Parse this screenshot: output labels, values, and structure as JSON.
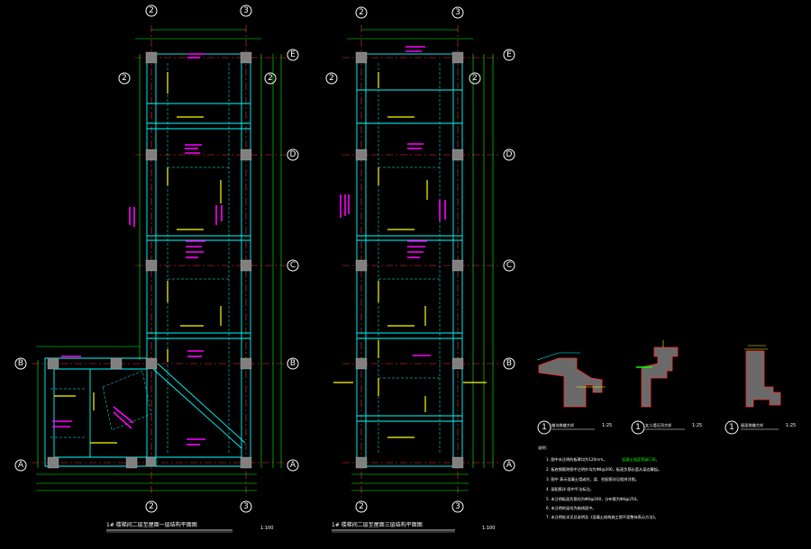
{
  "colors": {
    "background": "#000000",
    "beam": "#00ffff",
    "axis_line": "#ff3030",
    "dim_line": "#00ff00",
    "column": "#808080",
    "text_magenta": "#ff00ff",
    "text_yellow": "#ffff00",
    "text_white": "#ffffff",
    "detail_fill": "#6a6a6a"
  },
  "plan_left": {
    "axes_top": [
      "2",
      "3"
    ],
    "axes_bottom": [
      "2",
      "3"
    ],
    "axes_right": [
      "E",
      "D",
      "C",
      "B",
      "A"
    ],
    "axes_left": [
      "B",
      "A"
    ],
    "axis_left_top": "2",
    "axis_right_top": "2",
    "title": "1# 楼梯间二层至屋面一层结构平面图",
    "scale": "1:100"
  },
  "plan_right": {
    "axes_top": [
      "2",
      "3"
    ],
    "axes_bottom": [
      "2",
      "3"
    ],
    "axes_right": [
      "E",
      "D",
      "C",
      "B",
      "A"
    ],
    "axis_left_top": "2",
    "axis_right_top": "2",
    "title": "1# 楼梯间二层至屋面三层结构平面图",
    "scale": "1:100"
  },
  "details": [
    {
      "number": "1",
      "label": "檐沟挑檐大样",
      "scale": "1:25"
    },
    {
      "number": "1",
      "label": "女儿墙压顶大样",
      "scale": "1:25"
    },
    {
      "number": "1",
      "label": "屋面挑檐大样",
      "scale": "1:25"
    }
  ],
  "notes": {
    "heading": "说明：",
    "items": [
      "1.  图中未注明的板厚均为120mm。",
      "2.  板底钢筋除图中注明外均为Φ8@200，板面负筋长度从梁边算起。",
      "3.  图中 表示混凝土墙或柱，梁、柱配筋详见相关详图。",
      "4.  梁配筋详 图中平法标注。",
      "5.  未注明板面负筋均为Φ8@200，分布筋为Φ6@250。",
      "6.  未注明的梁均为轴线居中。",
      "7.  未注明处详见总说明及《混凝土结构施工图平面整体表示方法》。"
    ],
    "highlight": "混凝土强度等级C30。"
  }
}
